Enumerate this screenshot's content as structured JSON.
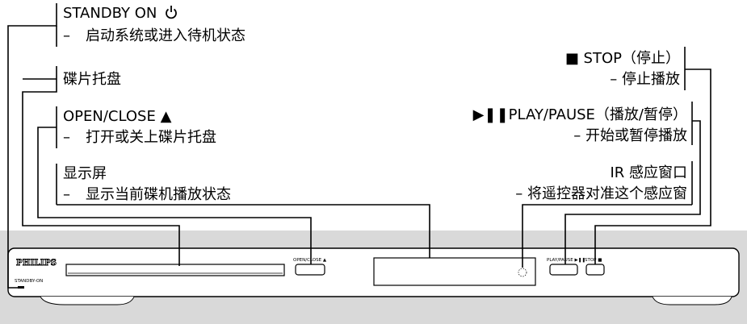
{
  "labels": {
    "standby": {
      "title": "STANDBY ON",
      "desc": "启动系统或进入待机状态"
    },
    "disc_tray": {
      "title": "碟片托盘"
    },
    "open_close": {
      "title": "OPEN/CLOSE ▲",
      "desc": "打开或关上碟片托盘"
    },
    "display": {
      "title": "显示屏",
      "desc": "显示当前碟机播放状态"
    },
    "stop": {
      "title": "■ STOP（停止）",
      "desc": "– 停止播放"
    },
    "play_pause": {
      "title": "▶❚❚PLAY/PAUSE（播放/暂停）",
      "desc": "– 开始或暂停播放"
    },
    "ir": {
      "title": "IR 感应窗口",
      "desc": "– 将遥控器对准这个感应窗"
    }
  },
  "device": {
    "brand": "PHILIPS",
    "standby_label": "STANDBY-ON",
    "open_close_label": "OPEN/CLOSE ▲",
    "play_pause_label": "PLAY/PAUSE ▶❚❚",
    "stop_label": "STOP ■"
  },
  "icons": {
    "power": "power-icon"
  },
  "colors": {
    "panel_band": "#d9d9d9",
    "body": "#ffffff",
    "line": "#000000"
  }
}
